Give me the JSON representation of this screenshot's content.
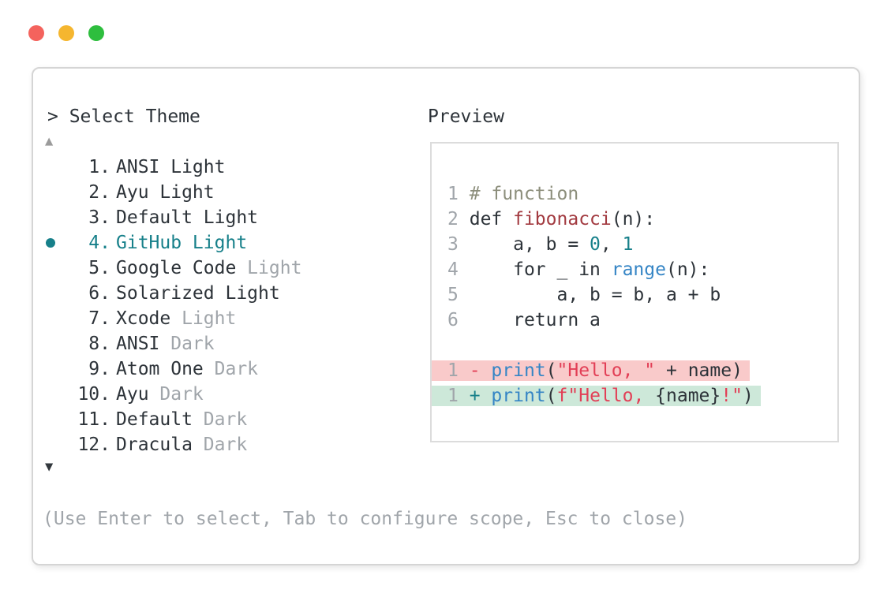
{
  "window": {
    "controls": [
      {
        "name": "close",
        "color": "#f4635d"
      },
      {
        "name": "minimize",
        "color": "#f5b62f"
      },
      {
        "name": "zoom",
        "color": "#2ebe3e"
      }
    ]
  },
  "selector": {
    "title": "> Select Theme",
    "scroll_up_icon": "▲",
    "scroll_down_icon": "▼",
    "items": [
      {
        "number": "1.",
        "name": "ANSI Light",
        "suffix": "",
        "selected": false
      },
      {
        "number": "2.",
        "name": "Ayu Light",
        "suffix": "",
        "selected": false
      },
      {
        "number": "3.",
        "name": "Default Light",
        "suffix": "",
        "selected": false
      },
      {
        "number": "4.",
        "name": "GitHub Light",
        "suffix": "",
        "selected": true
      },
      {
        "number": "5.",
        "name": "Google Code",
        "suffix": "Light",
        "selected": false
      },
      {
        "number": "6.",
        "name": "Solarized Light",
        "suffix": "",
        "selected": false
      },
      {
        "number": "7.",
        "name": "Xcode",
        "suffix": "Light",
        "selected": false
      },
      {
        "number": "8.",
        "name": "ANSI",
        "suffix": "Dark",
        "selected": false
      },
      {
        "number": "9.",
        "name": "Atom One",
        "suffix": "Dark",
        "selected": false
      },
      {
        "number": "10.",
        "name": "Ayu",
        "suffix": "Dark",
        "selected": false
      },
      {
        "number": "11.",
        "name": "Default",
        "suffix": "Dark",
        "selected": false
      },
      {
        "number": "12.",
        "name": "Dracula",
        "suffix": "Dark",
        "selected": false
      }
    ],
    "hint": "(Use Enter to select, Tab to configure scope, Esc to close)"
  },
  "preview": {
    "title": "Preview",
    "code_lines": [
      {
        "num": "1",
        "tokens": [
          [
            "comment",
            "# function"
          ]
        ]
      },
      {
        "num": "2",
        "tokens": [
          [
            "plain",
            "def "
          ],
          [
            "func",
            "fibonacci"
          ],
          [
            "plain",
            "(n):"
          ]
        ]
      },
      {
        "num": "3",
        "tokens": [
          [
            "plain",
            "    a, b = "
          ],
          [
            "number",
            "0"
          ],
          [
            "plain",
            ", "
          ],
          [
            "number",
            "1"
          ]
        ]
      },
      {
        "num": "4",
        "tokens": [
          [
            "plain",
            "    for _ in "
          ],
          [
            "call",
            "range"
          ],
          [
            "plain",
            "(n):"
          ]
        ]
      },
      {
        "num": "5",
        "tokens": [
          [
            "plain",
            "        a, b = b, a + b"
          ]
        ]
      },
      {
        "num": "6",
        "tokens": [
          [
            "plain",
            "    return a"
          ]
        ]
      }
    ],
    "diff_lines": [
      {
        "num": "1",
        "kind": "removed",
        "tokens": [
          [
            "removed",
            "- "
          ],
          [
            "call",
            "print"
          ],
          [
            "plain",
            "("
          ],
          [
            "string",
            "\"Hello, \""
          ],
          [
            "plain",
            " + name)"
          ]
        ]
      },
      {
        "num": "1",
        "kind": "added",
        "tokens": [
          [
            "added",
            "+ "
          ],
          [
            "call",
            "print"
          ],
          [
            "plain",
            "("
          ],
          [
            "string",
            "f\"Hello, "
          ],
          [
            "plain",
            "{name}"
          ],
          [
            "string",
            "!\""
          ],
          [
            "plain",
            ")"
          ]
        ]
      }
    ]
  },
  "colors": {
    "text": "#2d3339",
    "muted": "#a0a5aa",
    "accent_teal": "#17808a",
    "comment": "#8c8e7b",
    "func_red": "#a23a40",
    "string_red": "#e23f56",
    "call_blue": "#3585c5",
    "removed_bg": "#f9caca",
    "added_bg": "#cde8d9",
    "border": "#d5d5d5"
  }
}
